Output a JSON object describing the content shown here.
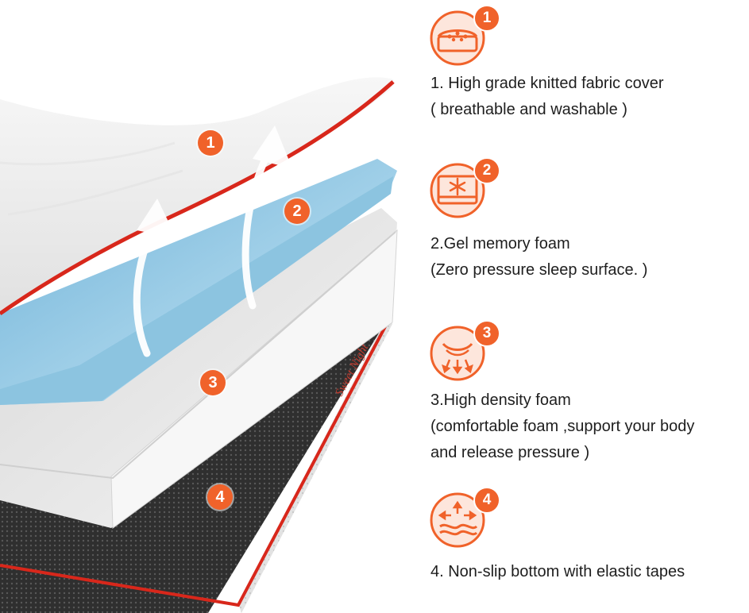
{
  "colors": {
    "accent": "#f0622a",
    "edge_red": "#d8271b",
    "gel_blue": "#9fcfe6",
    "foam_white": "#f2f2f2",
    "base_dark": "#3a3a3a"
  },
  "illustration": {
    "brand": "Sweet Night",
    "markers": [
      "1",
      "2",
      "3",
      "4"
    ]
  },
  "features": [
    {
      "number": "1",
      "icon": "knitted-cover-icon",
      "title": "1. High grade knitted fabric cover",
      "lines": [
        "( breathable and washable )"
      ]
    },
    {
      "number": "2",
      "icon": "gel-snowflake-icon",
      "title": "2.Gel memory foam",
      "lines": [
        "(Zero pressure sleep surface. )"
      ]
    },
    {
      "number": "3",
      "icon": "pressure-foam-icon",
      "title": "3.High density foam",
      "lines": [
        "(comfortable foam ,support your body",
        "and release pressure  )"
      ]
    },
    {
      "number": "4",
      "icon": "non-slip-base-icon",
      "title": "4. Non-slip bottom with elastic tapes",
      "lines": []
    }
  ]
}
